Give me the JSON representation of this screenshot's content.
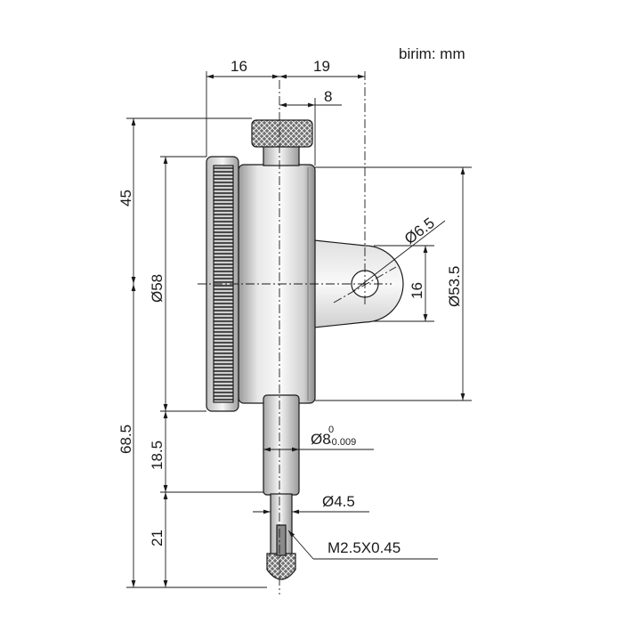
{
  "unit_label": "birim: mm",
  "dimensions": {
    "dial_thickness": "16",
    "stem_to_lug_hole": "19",
    "cap_offset": "8",
    "top_height": "45",
    "dial_diameter": "Ø58",
    "body_height": "68.5",
    "lug_hole_diameter": "Ø6.5",
    "lug_height": "16",
    "back_diameter": "Ø53.5",
    "stem_length": "18.5",
    "stem_diameter_base": "Ø8",
    "stem_tol_upper": "0",
    "stem_tol_lower": "-0.009",
    "spindle_diameter": "Ø4.5",
    "spindle_length": "21",
    "thread": "M2.5X0.45"
  },
  "colors": {
    "line": "#1a1a1a",
    "body_light": "#f2f2f2",
    "body_mid": "#c9c9c9",
    "body_dark": "#8a8a8a"
  }
}
